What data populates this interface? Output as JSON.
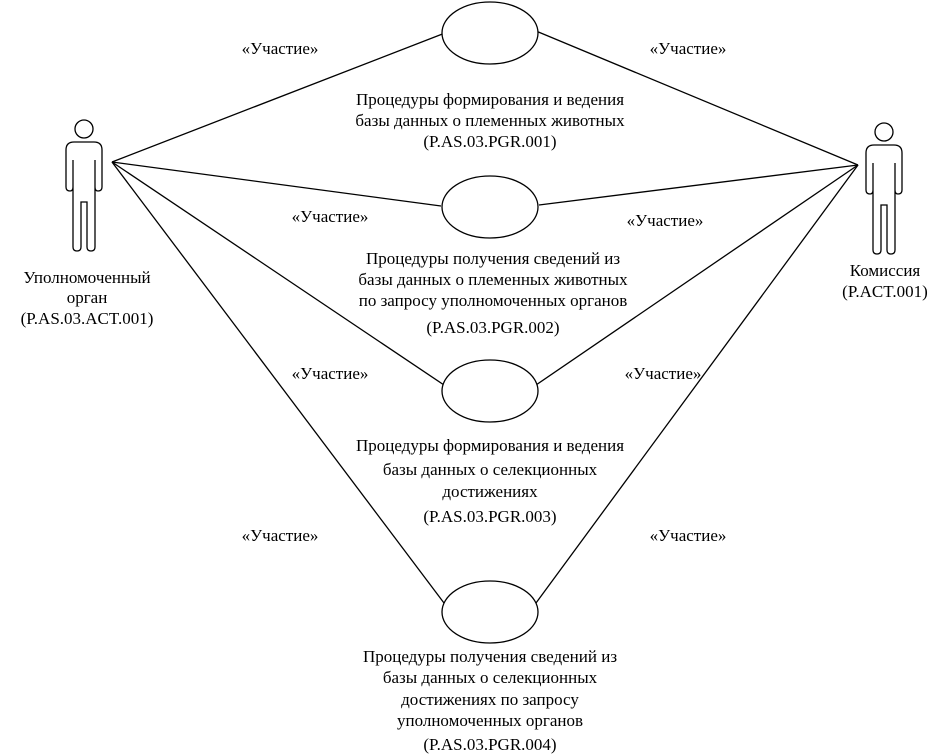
{
  "actors": [
    {
      "id": "authorized-body",
      "lines": [
        "Уполномоченный",
        "орган",
        "(P.AS.03.ACT.001)"
      ]
    },
    {
      "id": "commission",
      "lines": [
        "Комиссия",
        "(P.ACT.001)"
      ]
    }
  ],
  "use_cases": [
    {
      "id": "pgr-001",
      "lines": [
        "Процедуры формирования и ведения",
        "базы данных о племенных животных",
        "(P.AS.03.PGR.001)"
      ]
    },
    {
      "id": "pgr-002",
      "lines": [
        "Процедуры получения сведений из",
        "базы данных о племенных животных",
        "по запросу уполномоченных органов",
        "(P.AS.03.PGR.002)"
      ]
    },
    {
      "id": "pgr-003",
      "lines": [
        "Процедуры формирования и ведения",
        "базы данных о селекционных",
        "достижениях",
        "(P.AS.03.PGR.003)"
      ]
    },
    {
      "id": "pgr-004",
      "lines": [
        "Процедуры получения сведений из",
        "базы данных о селекционных",
        "достижениях по запросу",
        "уполномоченных органов",
        "(P.AS.03.PGR.004)"
      ]
    }
  ],
  "associations": [
    {
      "actor": "authorized-body",
      "use_case": "pgr-001",
      "label": "«Участие»"
    },
    {
      "actor": "commission",
      "use_case": "pgr-001",
      "label": "«Участие»"
    },
    {
      "actor": "authorized-body",
      "use_case": "pgr-002",
      "label": "«Участие»"
    },
    {
      "actor": "commission",
      "use_case": "pgr-002",
      "label": "«Участие»"
    },
    {
      "actor": "authorized-body",
      "use_case": "pgr-003",
      "label": "«Участие»"
    },
    {
      "actor": "commission",
      "use_case": "pgr-003",
      "label": "«Участие»"
    },
    {
      "actor": "authorized-body",
      "use_case": "pgr-004",
      "label": "«Участие»"
    },
    {
      "actor": "commission",
      "use_case": "pgr-004",
      "label": "«Участие»"
    }
  ]
}
